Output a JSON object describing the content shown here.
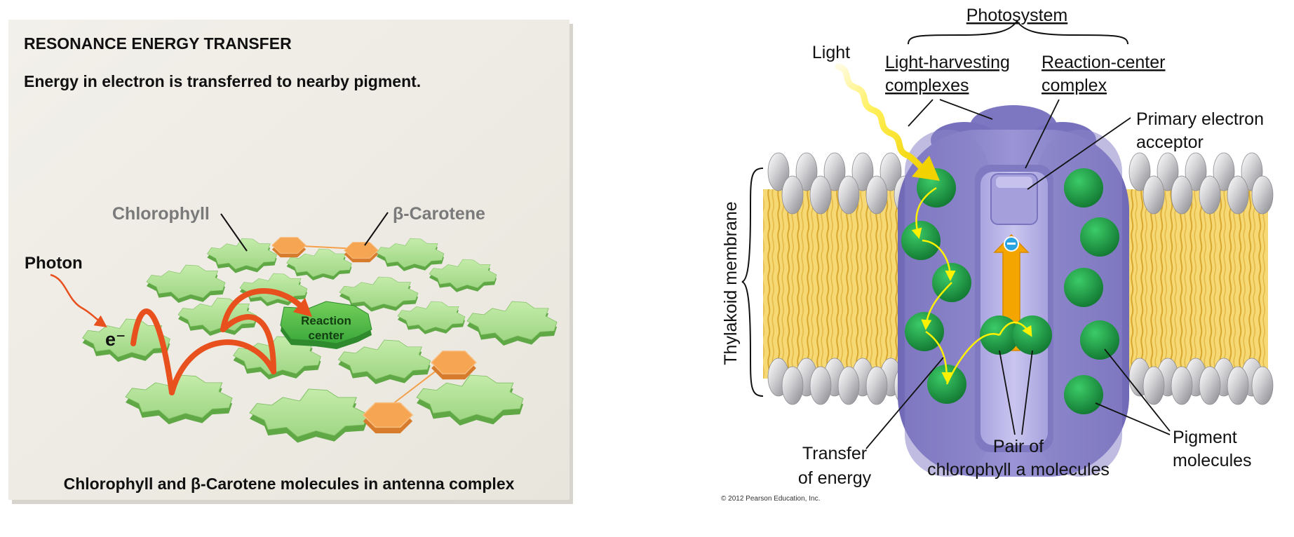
{
  "left_panel": {
    "heading": "RESONANCE ENERGY TRANSFER",
    "subheading": "Energy in electron is transferred to nearby pigment.",
    "labels": {
      "chlorophyll": "Chlorophyll",
      "carotene": "β-Carotene",
      "photon": "Photon",
      "electron": "e⁻",
      "reaction_center_line1": "Reaction",
      "reaction_center_line2": "center"
    },
    "caption": "Chlorophyll and β-Carotene molecules in antenna complex"
  },
  "right_panel": {
    "photosystem": "Photosystem",
    "light": "Light",
    "light_harvesting_line1": "Light-harvesting",
    "light_harvesting_line2": "complexes",
    "reaction_center_line1": "Reaction-center",
    "reaction_center_line2": "complex",
    "primary_acceptor_line1": "Primary electron",
    "primary_acceptor_line2": "acceptor",
    "thylakoid_membrane": "Thylakoid membrane",
    "transfer_line1": "Transfer",
    "transfer_line2": "of energy",
    "pair_line1": "Pair of",
    "pair_line2": "chlorophyll a molecules",
    "pigment_line1": "Pigment",
    "pigment_line2": "molecules",
    "copyright": "© 2012 Pearson Education, Inc."
  },
  "colors": {
    "panel_bg": "#edebe3",
    "chlorophyll_fill": "#a8dc8c",
    "carotene_fill": "#f4a04c",
    "arrow_red": "#e8501e",
    "membrane_yellow": "#f5d56c",
    "protein_purple": "#8c86c8",
    "pigment_green": "#1f9a45"
  }
}
